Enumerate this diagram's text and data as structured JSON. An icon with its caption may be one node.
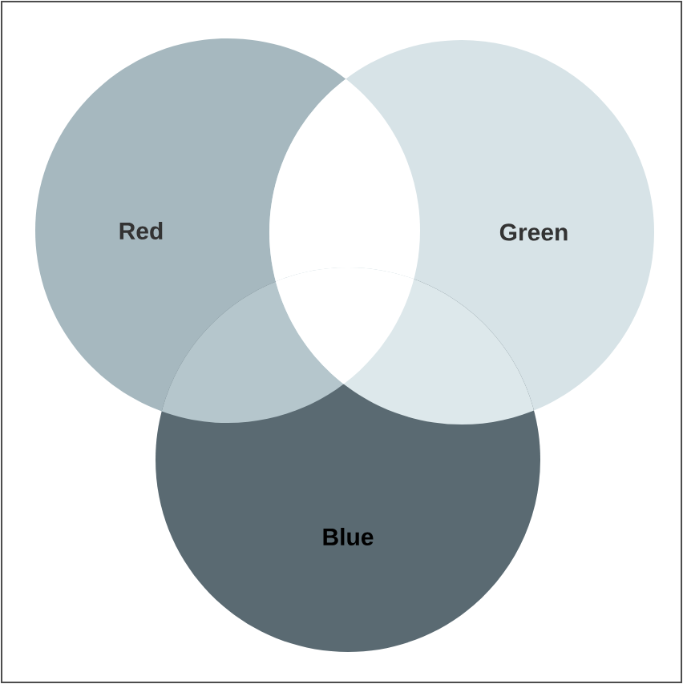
{
  "diagram": {
    "nodes": [
      {
        "text": [
          "Red"
        ]
      },
      {
        "text": [
          "Green"
        ]
      },
      {
        "text": [
          "Blue"
        ]
      }
    ]
  }
}
